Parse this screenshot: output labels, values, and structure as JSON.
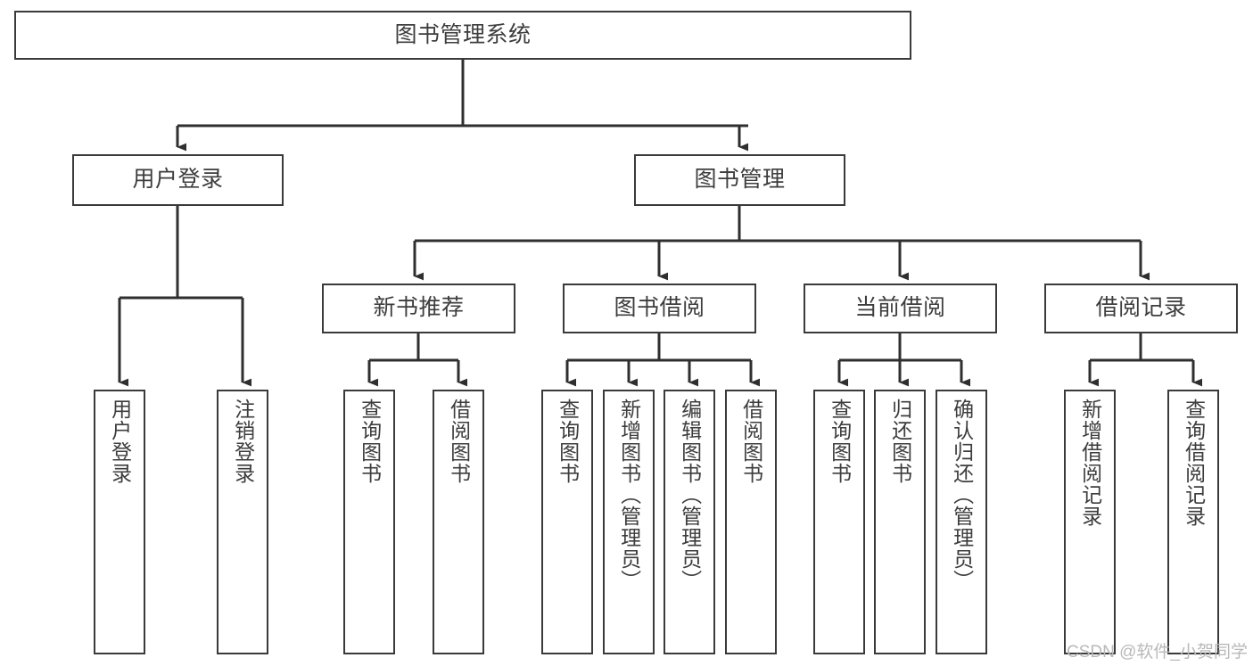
{
  "diagram": {
    "type": "tree-hierarchy-chart",
    "title": "图书管理系统",
    "stroke_color": "#3a3a3a",
    "text_color": "#3d3d3d",
    "background_color": "#ffffff",
    "levels": [
      {
        "level": 1,
        "nodes": [
          {
            "id": "root",
            "label": "图书管理系统",
            "orientation": "horizontal"
          }
        ]
      },
      {
        "level": 2,
        "nodes": [
          {
            "id": "login",
            "label": "用户登录",
            "orientation": "horizontal"
          },
          {
            "id": "bookmgmt",
            "label": "图书管理",
            "orientation": "horizontal"
          }
        ]
      },
      {
        "level": 3,
        "nodes": [
          {
            "id": "newbook",
            "label": "新书推荐",
            "orientation": "horizontal"
          },
          {
            "id": "borrow",
            "label": "图书借阅",
            "orientation": "horizontal"
          },
          {
            "id": "current",
            "label": "当前借阅",
            "orientation": "horizontal"
          },
          {
            "id": "records",
            "label": "借阅记录",
            "orientation": "horizontal"
          }
        ]
      },
      {
        "level": 4,
        "nodes": [
          {
            "id": "leaf-1",
            "label": "用户登录",
            "orientation": "vertical",
            "parent": "login"
          },
          {
            "id": "leaf-2",
            "label": "注销登录",
            "orientation": "vertical",
            "parent": "login"
          },
          {
            "id": "leaf-3",
            "label": "查询图书",
            "orientation": "vertical",
            "parent": "newbook"
          },
          {
            "id": "leaf-4",
            "label": "借阅图书",
            "orientation": "vertical",
            "parent": "newbook"
          },
          {
            "id": "leaf-5",
            "label": "查询图书",
            "orientation": "vertical",
            "parent": "borrow"
          },
          {
            "id": "leaf-6",
            "label": "新增图书（管理员）",
            "orientation": "vertical",
            "parent": "borrow"
          },
          {
            "id": "leaf-7",
            "label": "编辑图书（管理员）",
            "orientation": "vertical",
            "parent": "borrow"
          },
          {
            "id": "leaf-8",
            "label": "借阅图书",
            "orientation": "vertical",
            "parent": "borrow"
          },
          {
            "id": "leaf-9",
            "label": "查询图书",
            "orientation": "vertical",
            "parent": "current"
          },
          {
            "id": "leaf-10",
            "label": "归还图书",
            "orientation": "vertical",
            "parent": "current"
          },
          {
            "id": "leaf-11",
            "label": "确认归还（管理员）",
            "orientation": "vertical",
            "parent": "current"
          },
          {
            "id": "leaf-12",
            "label": "新增借阅记录",
            "orientation": "vertical",
            "parent": "records"
          },
          {
            "id": "leaf-13",
            "label": "查询借阅记录",
            "orientation": "vertical",
            "parent": "records"
          }
        ]
      }
    ]
  },
  "watermark": {
    "text": "CSDN @软件_小贺同学",
    "color": "#b9b9b9"
  }
}
